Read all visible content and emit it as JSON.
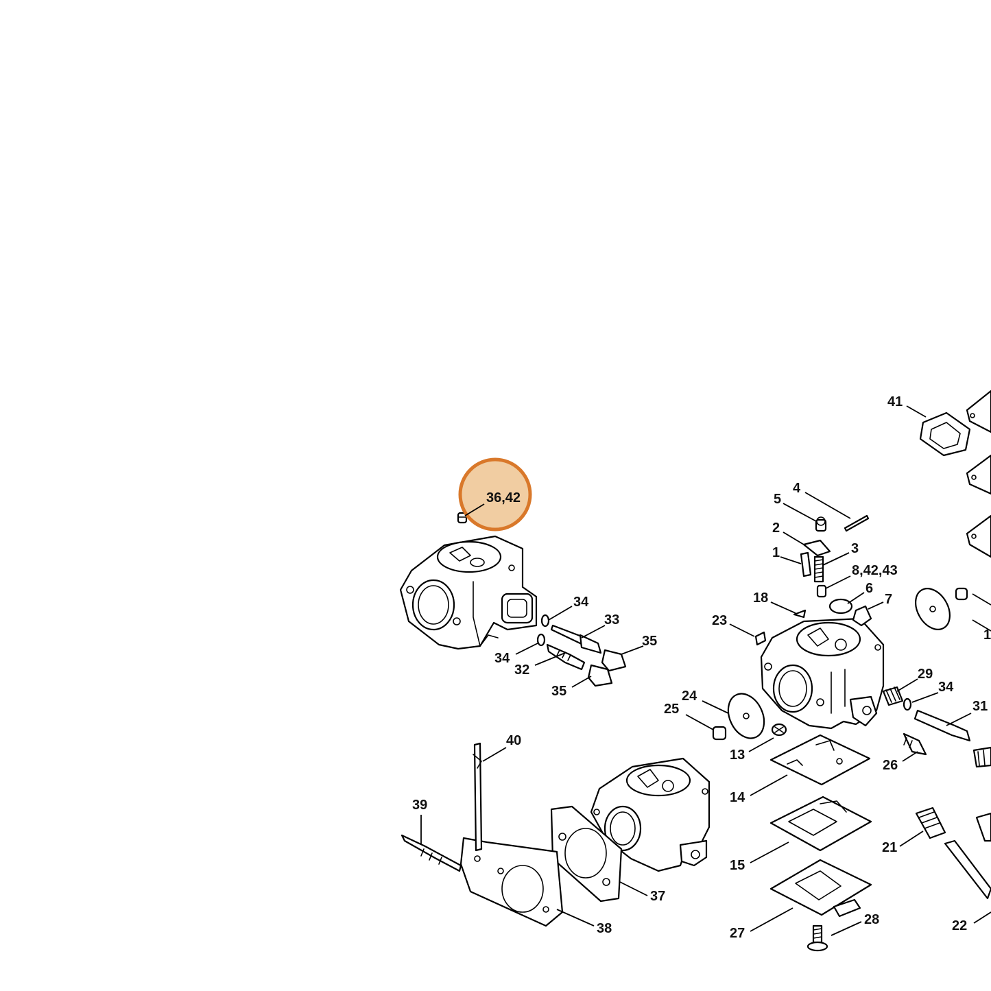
{
  "diagram": {
    "highlight_label": "36,42",
    "highlight_fill": "#f1cda2",
    "highlight_stroke": "#d9782a",
    "labels": {
      "l41": "41",
      "l4": "4",
      "l5": "5",
      "l2": "2",
      "l3": "3",
      "l1": "1",
      "l8_42_43": "8,42,43",
      "l6": "6",
      "l18": "18",
      "l7": "7",
      "l23": "23",
      "l34a": "34",
      "l33": "33",
      "l35a": "35",
      "l34b": "34",
      "l32": "32",
      "l35b": "35",
      "l29": "29",
      "l34c": "34",
      "l31": "31",
      "l24": "24",
      "l25": "25",
      "l13": "13",
      "l26": "26",
      "l40": "40",
      "l14": "14",
      "l39": "39",
      "l21": "21",
      "l15": "15",
      "l37": "37",
      "l38": "38",
      "l27": "27",
      "l28": "28",
      "l22": "22",
      "l1_edge": "1"
    }
  }
}
